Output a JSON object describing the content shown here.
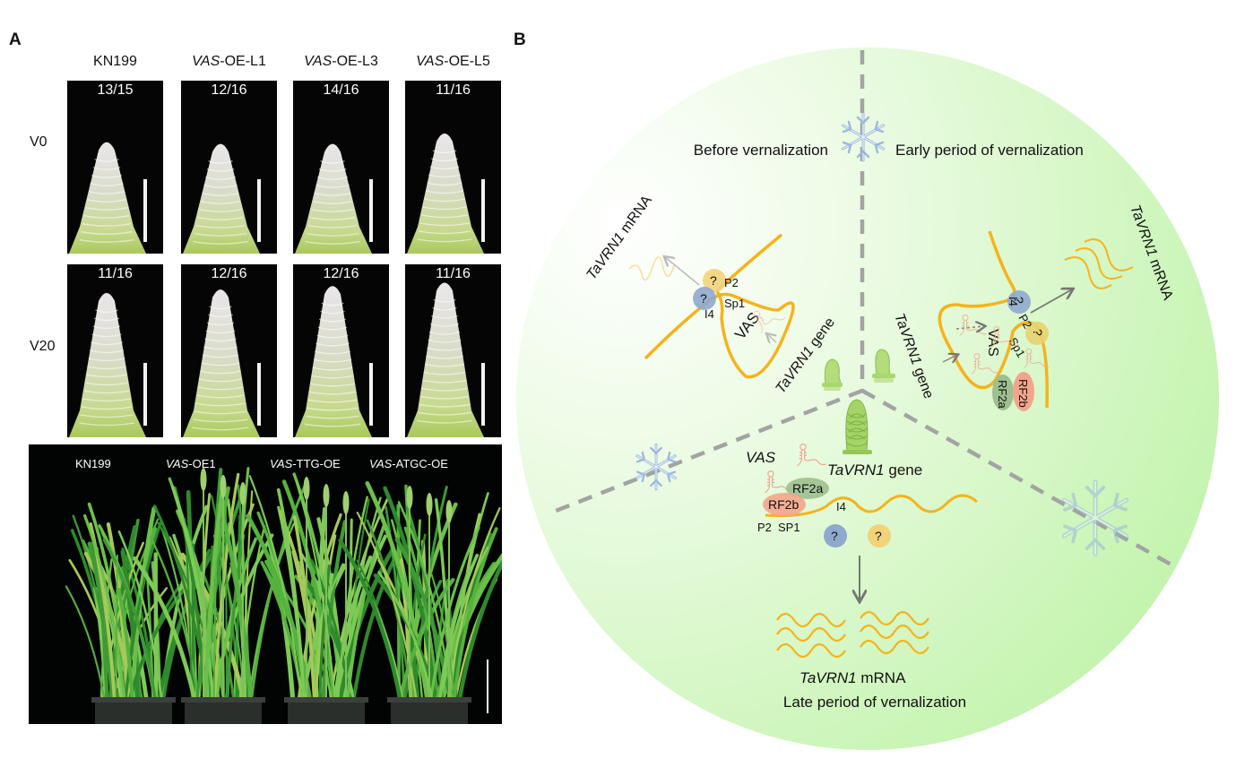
{
  "panel_a": {
    "letter": "A",
    "columns": [
      {
        "italic": "",
        "plain": "KN199"
      },
      {
        "italic": "VAS",
        "plain": "-OE-L1"
      },
      {
        "italic": "VAS",
        "plain": "-OE-L3"
      },
      {
        "italic": "VAS",
        "plain": "-OE-L5"
      }
    ],
    "rows": [
      {
        "label": "V0",
        "ratios": [
          "13/15",
          "12/16",
          "14/16",
          "11/16"
        ]
      },
      {
        "label": "V20",
        "ratios": [
          "11/16",
          "12/16",
          "12/16",
          "11/16"
        ]
      }
    ],
    "plants_photo": {
      "labels": [
        {
          "italic": "",
          "plain": "KN199"
        },
        {
          "italic": "VAS",
          "plain": "-OE1"
        },
        {
          "italic": "VAS",
          "plain": "-TTG-OE"
        },
        {
          "italic": "VAS",
          "plain": "-ATGC-OE"
        }
      ]
    }
  },
  "panel_b": {
    "letter": "B",
    "stages": {
      "before": "Before vernalization",
      "early": "Early period of vernalization",
      "late": "Late period of vernalization"
    },
    "labels": {
      "tavrn1_italic": "TaVRN1",
      "mrna": " mRNA",
      "gene": " gene",
      "vas": "VAS",
      "p2": "P2",
      "sp1": "Sp1",
      "SP1": "SP1",
      "i4": "I4",
      "rf2a": "RF2a",
      "rf2b": "RF2b",
      "unknown": "?"
    },
    "colors": {
      "gene_line": "#f5b31a",
      "unknown_blue": "#8fa9cf",
      "unknown_yellow": "#f3d37a",
      "rf2a": "#9ebf8f",
      "rf2b": "#f3a58c",
      "divider": "#a3a3a3",
      "circle_light": "#f2fcee",
      "circle_dark": "#c4f5b0"
    }
  }
}
